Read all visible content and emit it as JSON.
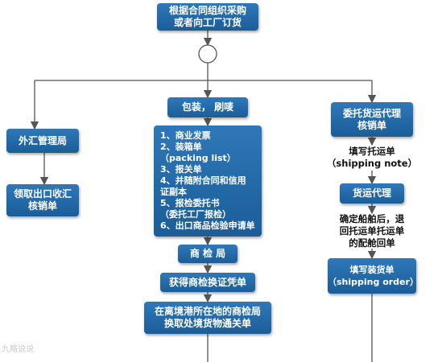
{
  "nodes": {
    "top": "根据合同组织采购\n或者向工厂订货",
    "packing": "包装， 刷唛",
    "doc_list": "1、商业发票\n2、装箱单\n   （packing list）\n3、报关单\n4、并随附合同和信用\n   证副本\n5、报检委托书\n   （委托工厂报检）\n6、出口商品检验申请单",
    "inspection_bureau": "商 检 局",
    "get_certificate": "获得商检换证凭单",
    "exchange_clearance": "在离境港所在地的商检局\n换取处境货物通关单",
    "forex_bureau": "外汇管理局",
    "get_forex_form": "领取出口收汇\n核销单",
    "entrust_agent": "委托货运代理\n核销单",
    "fill_shipping_note": "填写托运单\n（shipping note）",
    "freight_agent": "货运代理",
    "after_booking": "确定船舶后，退\n回托运单托运单\n的配舱回单",
    "fill_shipping_order": "填写装货单\n（shipping order）"
  },
  "watermark": "九略说说"
}
